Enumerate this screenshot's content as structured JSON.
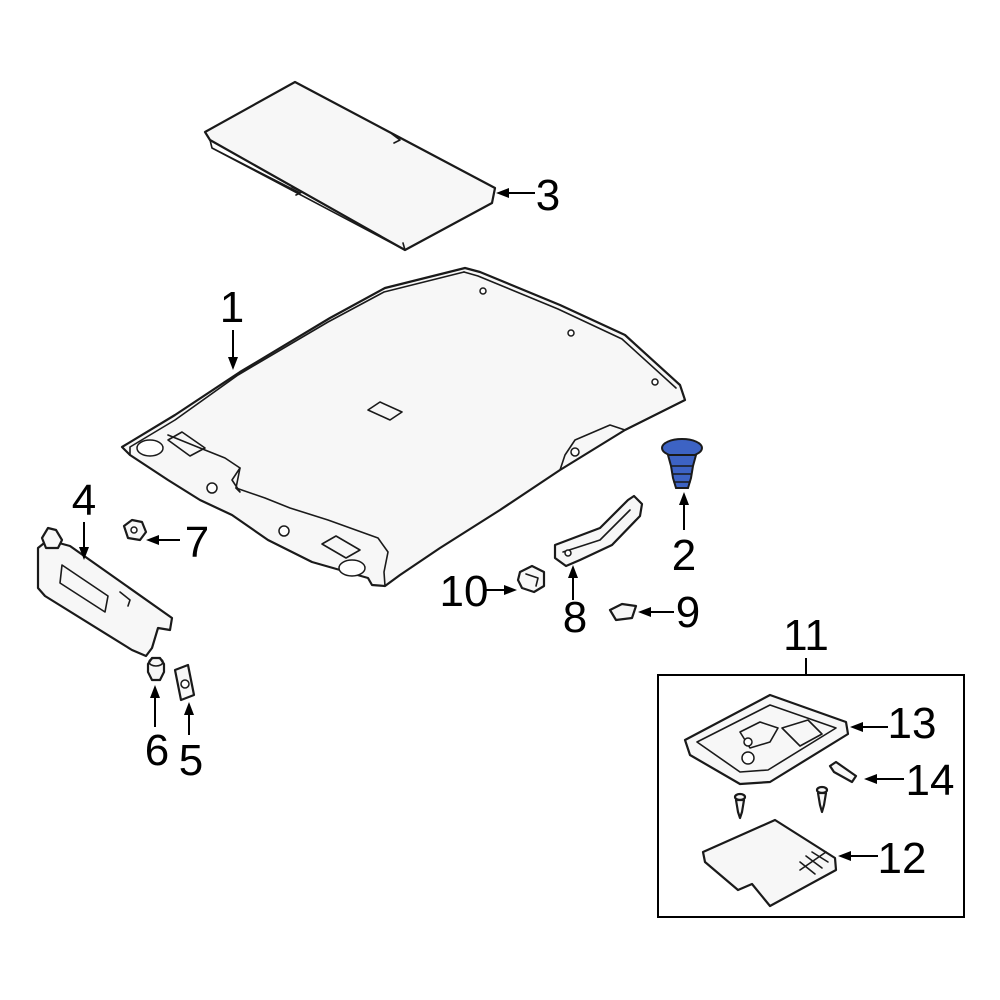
{
  "callouts": [
    {
      "id": "1",
      "label": "1"
    },
    {
      "id": "2",
      "label": "2"
    },
    {
      "id": "3",
      "label": "3"
    },
    {
      "id": "4",
      "label": "4"
    },
    {
      "id": "5",
      "label": "5"
    },
    {
      "id": "6",
      "label": "6"
    },
    {
      "id": "7",
      "label": "7"
    },
    {
      "id": "8",
      "label": "8"
    },
    {
      "id": "9",
      "label": "9"
    },
    {
      "id": "10",
      "label": "10"
    },
    {
      "id": "11",
      "label": "11"
    },
    {
      "id": "12",
      "label": "12"
    },
    {
      "id": "13",
      "label": "13"
    },
    {
      "id": "14",
      "label": "14"
    }
  ],
  "highlight_color": "#3d63c4",
  "line_color": "#1a1a1a",
  "part_fill": "#f7f7f7"
}
